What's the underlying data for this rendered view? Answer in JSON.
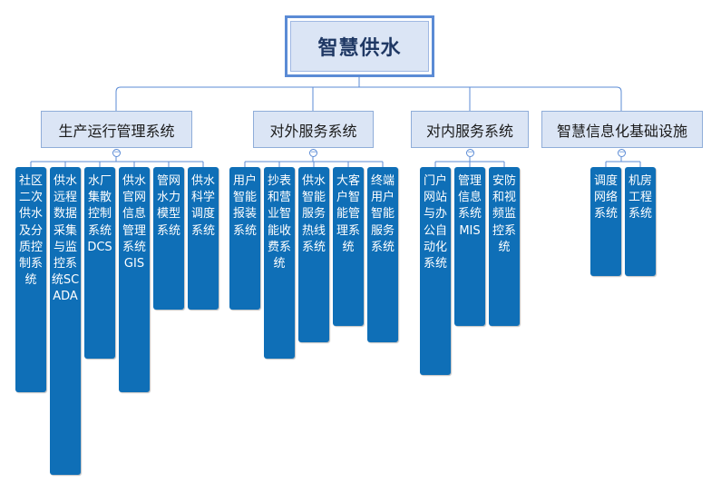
{
  "root": {
    "title": "智慧供水"
  },
  "categories": [
    {
      "title": "生产运行管理系统",
      "children": [
        "社区二次供水及分质控制系统",
        "供水远程数据采集与监控系统SCADA",
        "水厂集散控制系统DCS",
        "供水官网信息管理系统GIS",
        "管网水力模型系统",
        "供水科学调度系统"
      ]
    },
    {
      "title": "对外服务系统",
      "children": [
        "用户智能报装系统",
        "抄表和营业智能收费系统",
        "供水智能服务热线系统",
        "大客户智能管理系统",
        "终端用户智能服务系统"
      ]
    },
    {
      "title": "对内服务系统",
      "children": [
        "门户网站与办公自动化系统",
        "管理信息系统MIS",
        "安防和视频监控系统"
      ]
    },
    {
      "title": "智慧信息化基础设施",
      "children": [
        "调度网络系统",
        "机房工程系统"
      ]
    }
  ],
  "colors": {
    "leaf": "#0f6fb7",
    "category_fill": "#dbe5f5",
    "root_border": "#5b8bd5",
    "line": "#5b8bd5"
  }
}
